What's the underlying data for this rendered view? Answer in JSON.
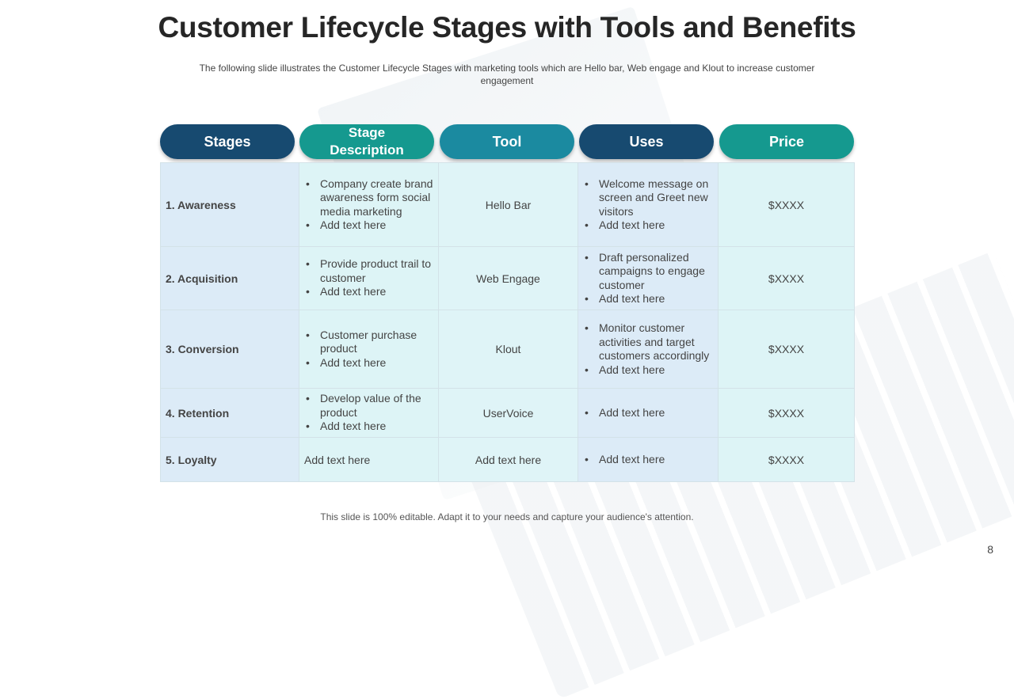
{
  "slide": {
    "title": "Customer Lifecycle Stages with Tools and Benefits",
    "subtitle": "The following  slide illustrates  the Customer Lifecycle Stages with marketing tools which are Hello bar, Web engage and Klout to increase customer engagement",
    "footer": "This  slide is 100%  editable.  Adapt it to your needs and capture your audience's attention.",
    "page_number": "8"
  },
  "table": {
    "headers": [
      "Stages",
      "Stage Description",
      "Tool",
      "Uses",
      "Price"
    ],
    "header_colors": [
      "#174a70",
      "#15998f",
      "#1b8aa0",
      "#174a70",
      "#15998f"
    ],
    "rows": [
      {
        "stage": "1. Awareness",
        "description": [
          "Company create brand awareness form social media marketing",
          "Add text here"
        ],
        "tool": "Hello Bar",
        "uses": [
          "Welcome message on screen and Greet new visitors",
          "Add text here"
        ],
        "price": "$XXXX"
      },
      {
        "stage": "2. Acquisition",
        "description": [
          "Provide product trail to customer",
          "Add text here"
        ],
        "tool": "Web Engage",
        "uses": [
          "Draft personalized campaigns to engage customer",
          "Add text here"
        ],
        "price": "$XXXX"
      },
      {
        "stage": "3. Conversion",
        "description": [
          "Customer purchase product",
          "Add text here"
        ],
        "tool": "Klout",
        "uses": [
          "Monitor customer activities and target customers accordingly",
          "Add text here"
        ],
        "price": "$XXXX"
      },
      {
        "stage": "4. Retention",
        "description": [
          "Develop value of the product",
          "Add text here"
        ],
        "tool": "UserVoice",
        "uses": [
          "Add text here"
        ],
        "price": "$XXXX"
      },
      {
        "stage": "5. Loyalty",
        "description_plain": "Add text here",
        "tool": "Add text here",
        "uses": [
          "Add text here"
        ],
        "price": "$XXXX"
      }
    ]
  }
}
